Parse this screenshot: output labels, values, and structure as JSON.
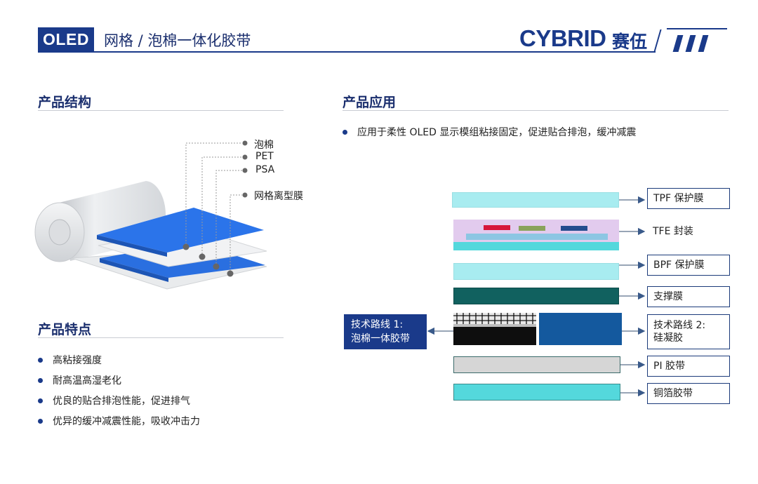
{
  "header": {
    "tag": "OLED",
    "title": "网格 / 泡棉一体化胶带",
    "brand_en": "CYBRID",
    "brand_cn": "赛伍"
  },
  "structure": {
    "title": "产品结构",
    "labels": [
      "泡棉",
      "PET",
      "PSA",
      "网格离型膜"
    ]
  },
  "features": {
    "title": "产品特点",
    "items": [
      "高粘接强度",
      "耐高温高湿老化",
      "优良的贴合排泡性能，促进排气",
      "优异的缓冲减震性能，吸收冲击力"
    ]
  },
  "application": {
    "title": "产品应用",
    "items": [
      "应用于柔性 OLED 显示模组粘接固定，促进贴合排泡，缓冲减震"
    ]
  },
  "stack": {
    "callouts": [
      "TPF 保护膜",
      "TFE 封装",
      "BPF 保护膜",
      "支撑膜",
      "技术路线 2:",
      "硅凝胶",
      "PI 胶带",
      "铜箔胶带"
    ],
    "route1_line1": "技术路线 1:",
    "route1_line2": "泡棉一体胶带"
  },
  "colors": {
    "brand_blue": "#1a3a8a",
    "layer_cyan": "#a8ecf0",
    "support_teal": "#11615f",
    "gel_blue": "#14599e",
    "copper_cyan": "#54d8dc",
    "pi_grey": "#d6d6d6"
  }
}
